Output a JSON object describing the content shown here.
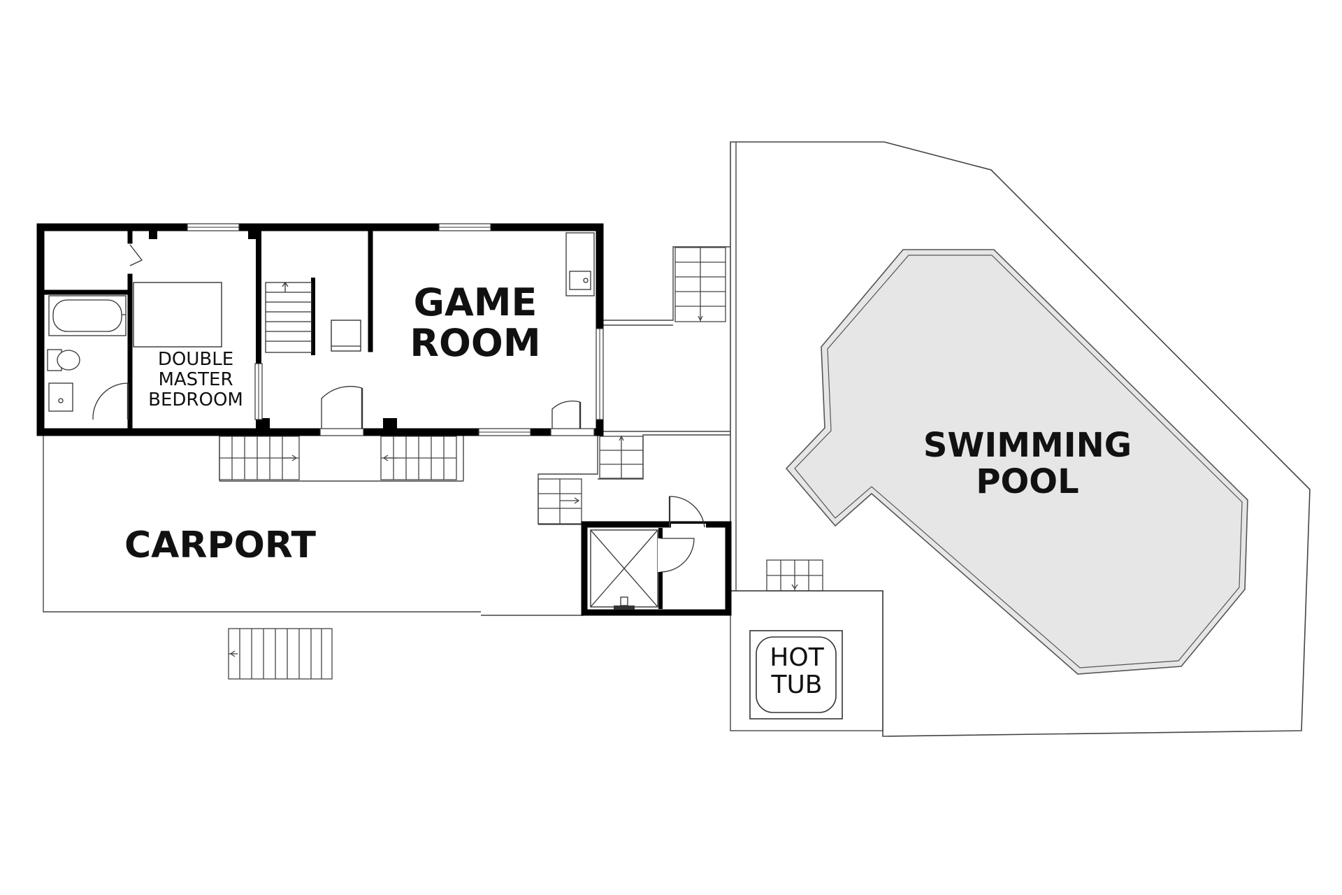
{
  "floorplan": {
    "rooms": {
      "game_room": "GAME\nROOM",
      "double_master_bedroom": "DOUBLE\nMASTER\nBEDROOM",
      "carport": "CARPORT",
      "swimming_pool": "SWIMMING\nPOOL",
      "hot_tub": "HOT\nTUB"
    },
    "colors": {
      "wall": "#000000",
      "outline": "#444444",
      "pool_fill": "#e6e6e6",
      "background": "#ffffff"
    }
  }
}
